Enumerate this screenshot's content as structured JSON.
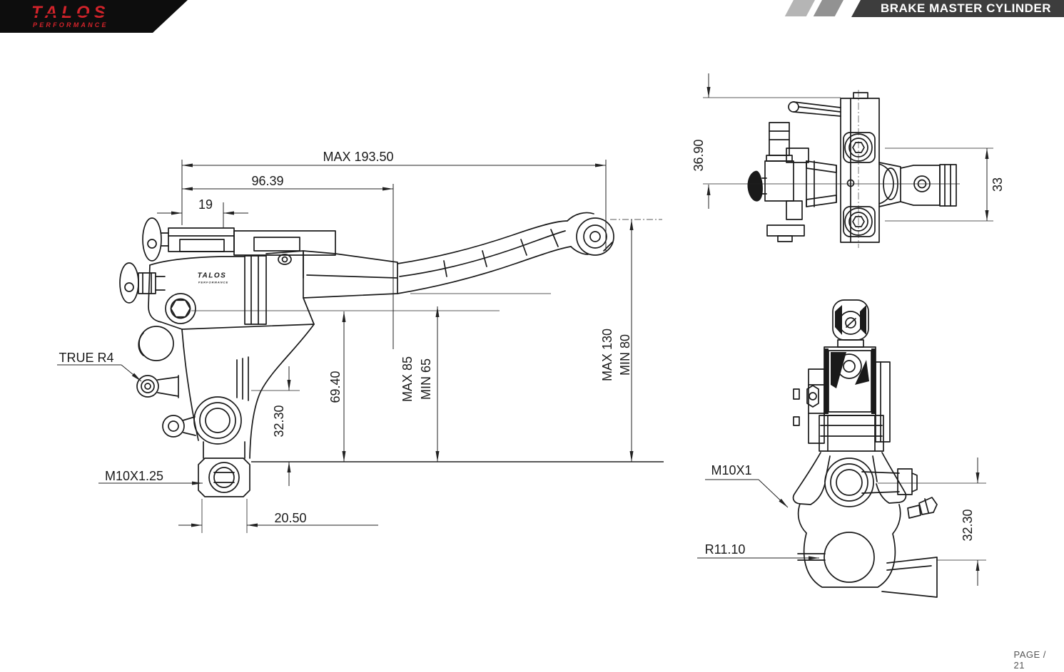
{
  "header": {
    "logo": {
      "line1": "TALOS",
      "line2": "PERFORMANCE"
    },
    "title": "BRAKE MASTER CYLINDER"
  },
  "side_view": {
    "dim_overall": "MAX 193.50",
    "dim_pivot": "96.39",
    "dim_cap": "19",
    "note_radius": "TRUE R4",
    "dim_rest_height": "69.40",
    "dim_lever_max": "MAX 85",
    "dim_lever_min": "MIN 65",
    "dim_outlet_drop": "32.30",
    "note_thread": "M10X1.25",
    "dim_outlet_width": "20.50",
    "dim_ball_max": "MAX 130",
    "dim_ball_min": "MIN 80",
    "body_logo1": "TALOS",
    "body_logo2": "PERFORMANCE"
  },
  "top_view": {
    "dim_depth": "36.90",
    "dim_clamp": "33"
  },
  "front_view": {
    "note_thread": "M10X1",
    "note_radius": "R11.10",
    "dim_drop": "32.30"
  },
  "footer": {
    "page": "PAGE / 21"
  },
  "colors": {
    "accent_red": "#d2232a",
    "banner_black": "#0d0d0d",
    "banner_gray": "#3d3d3d",
    "stripe_light": "#b5b5b5",
    "stripe_mid": "#929292",
    "line": "#1a1a1a"
  }
}
